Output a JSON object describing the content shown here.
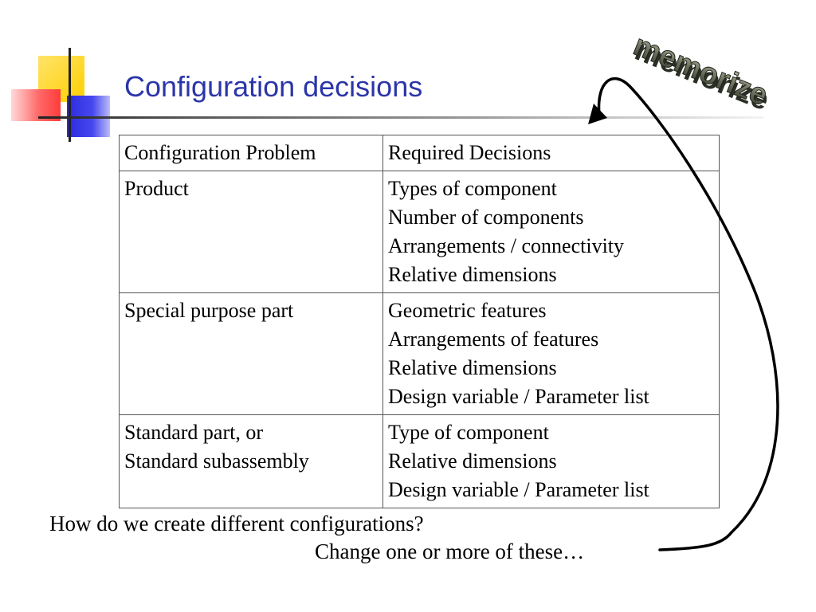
{
  "slide": {
    "title": "Configuration decisions",
    "badge_text": "memorize",
    "question": "How do we create different configurations?",
    "answer": "Change one or more of these…"
  },
  "table": {
    "headers": [
      "Configuration Problem",
      "Required Decisions"
    ],
    "rows": [
      {
        "problem": [
          "Product"
        ],
        "decisions": [
          "Types of component",
          "Number of components",
          "Arrangements / connectivity",
          "Relative dimensions"
        ]
      },
      {
        "problem": [
          "Special purpose part"
        ],
        "decisions": [
          "Geometric features",
          "Arrangements of features",
          "Relative dimensions",
          "Design variable / Parameter list"
        ]
      },
      {
        "problem": [
          "Standard part, or",
          "Standard subassembly"
        ],
        "decisions": [
          "Type of component",
          "Relative dimensions",
          "Design variable / Parameter list"
        ]
      }
    ]
  },
  "colors": {
    "title": "#2b35a8",
    "accent_yellow": "#ffd000",
    "accent_red": "#ff3b3b",
    "accent_blue": "#2a2adf"
  },
  "icons": [
    "memorize-badge-icon",
    "curved-arrow-icon"
  ]
}
